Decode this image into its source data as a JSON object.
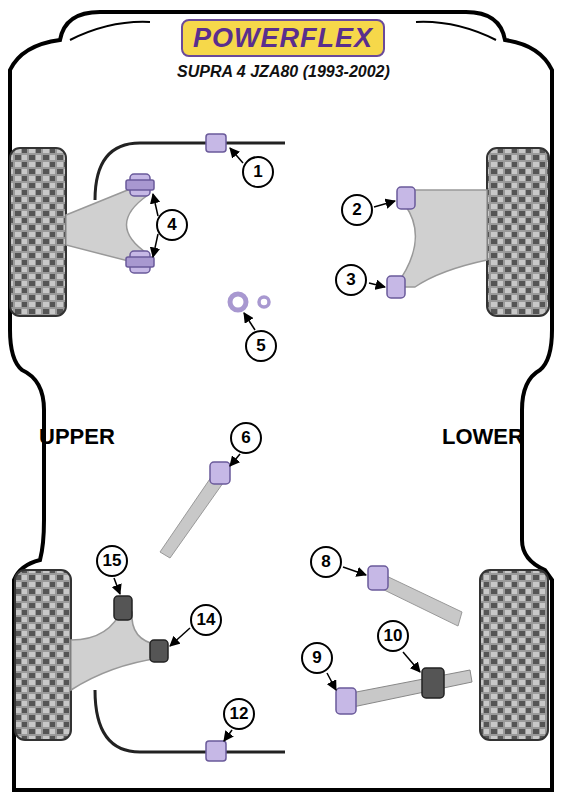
{
  "diagram": {
    "title": "SUPRA 4 JZA80 (1993-2002)",
    "labels": [
      "POWERFLEX",
      "1",
      "4",
      "2",
      "3",
      "5",
      "UPPER",
      "LOWER",
      "6",
      "15",
      "14",
      "8",
      "9",
      "10",
      "12"
    ]
  }
}
